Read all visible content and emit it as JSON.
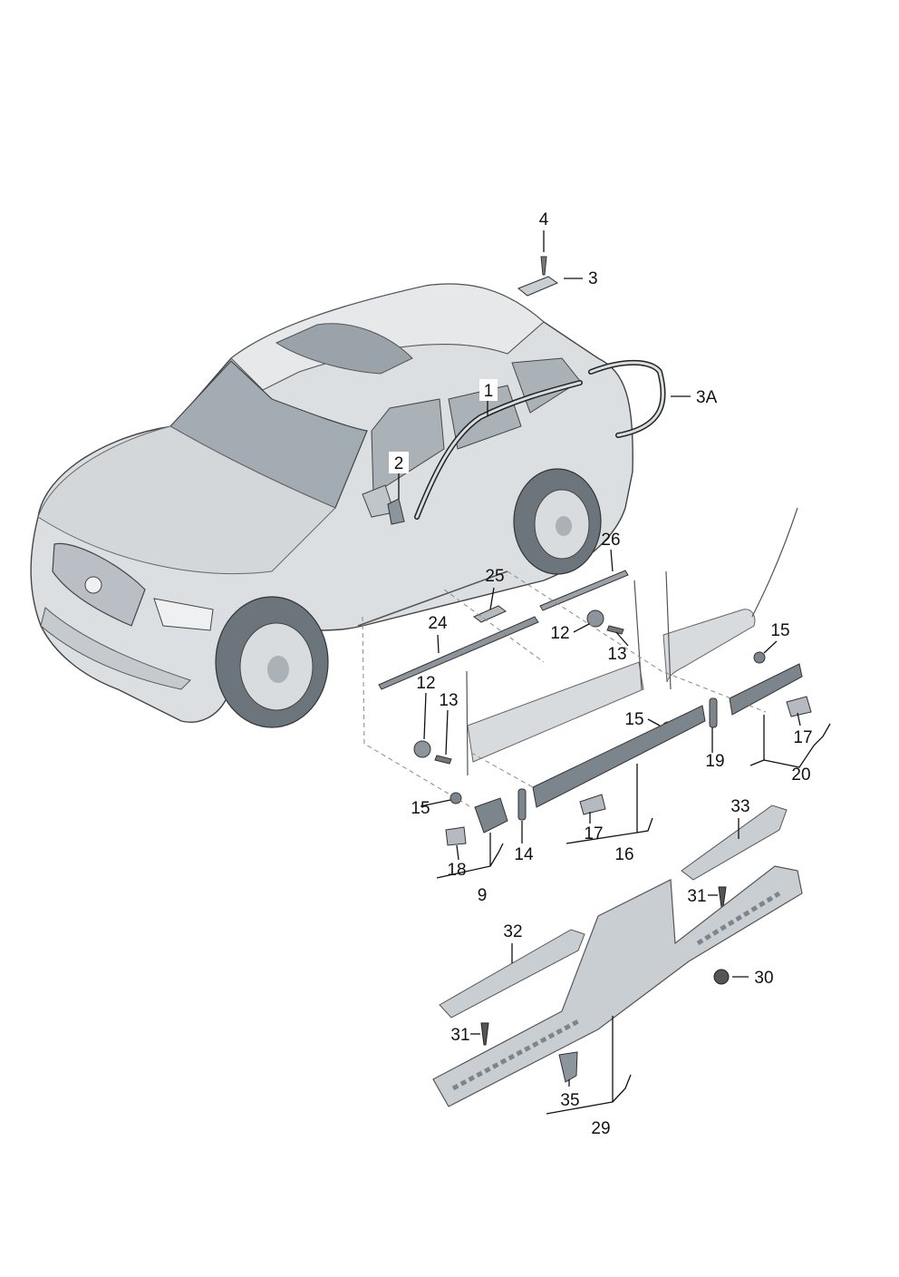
{
  "diagram": {
    "background": "#ffffff",
    "part_fill": "#c9ced3",
    "part_dark": "#7d858c",
    "car_fill": "#dcdfe2",
    "glass_fill": "#a3acb3",
    "callouts": [
      {
        "id": "c4",
        "label": "4"
      },
      {
        "id": "c3",
        "label": "3"
      },
      {
        "id": "c1",
        "label": "1"
      },
      {
        "id": "c3A",
        "label": "3A"
      },
      {
        "id": "c2",
        "label": "2"
      },
      {
        "id": "c26",
        "label": "26"
      },
      {
        "id": "c25",
        "label": "25"
      },
      {
        "id": "c24",
        "label": "24"
      },
      {
        "id": "c12a",
        "label": "12"
      },
      {
        "id": "c13a",
        "label": "13"
      },
      {
        "id": "c15a",
        "label": "15"
      },
      {
        "id": "c12b",
        "label": "12"
      },
      {
        "id": "c13b",
        "label": "13"
      },
      {
        "id": "c15b",
        "label": "15"
      },
      {
        "id": "c17a",
        "label": "17"
      },
      {
        "id": "c19",
        "label": "19"
      },
      {
        "id": "c20",
        "label": "20"
      },
      {
        "id": "c15c",
        "label": "15"
      },
      {
        "id": "c17b",
        "label": "17"
      },
      {
        "id": "c14",
        "label": "14"
      },
      {
        "id": "c16",
        "label": "16"
      },
      {
        "id": "c18",
        "label": "18"
      },
      {
        "id": "c9",
        "label": "9"
      },
      {
        "id": "c33",
        "label": "33"
      },
      {
        "id": "c31a",
        "label": "31"
      },
      {
        "id": "c32",
        "label": "32"
      },
      {
        "id": "c30",
        "label": "30"
      },
      {
        "id": "c31b",
        "label": "31"
      },
      {
        "id": "c35",
        "label": "35"
      },
      {
        "id": "c29",
        "label": "29"
      }
    ]
  }
}
